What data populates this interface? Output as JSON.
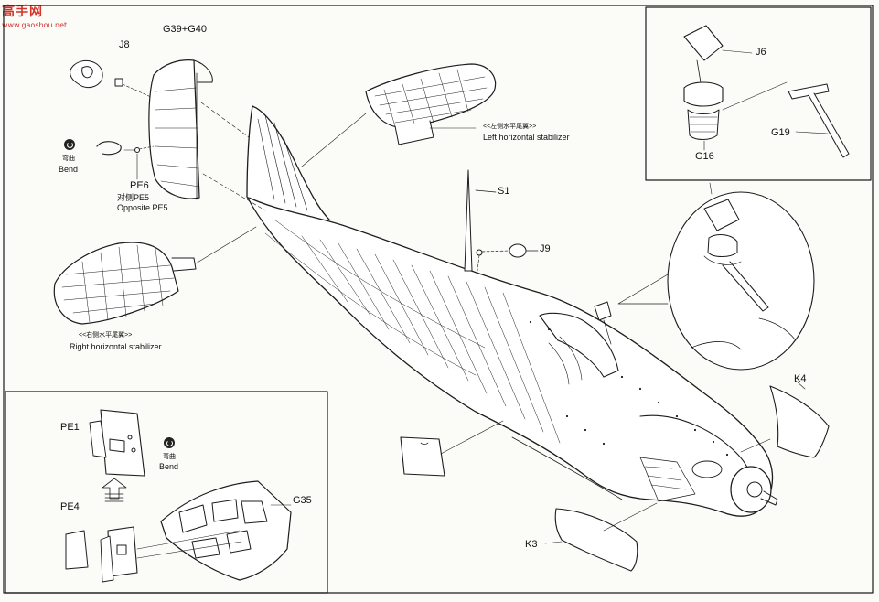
{
  "watermark": {
    "chinese": "高手网",
    "url": "www.gaoshou.net"
  },
  "labels": {
    "j8_top": "J8",
    "g39_g40": "G39+G40",
    "j6": "J6",
    "g16": "G16",
    "g19": "G19",
    "left_stab_cn": "<<左侧水平尾翼>>",
    "left_stab_en": "Left horizontal stabilizer",
    "bend_cn_1": "弯曲",
    "bend_en_1": "Bend",
    "pe6": "PE6",
    "opposite_cn": "对侧PE5",
    "opposite_en": "Opposite PE5",
    "s1": "S1",
    "j9": "J9",
    "right_stab_cn": "<<右侧水平尾翼>>",
    "right_stab_en": "Right horizontal stabilizer",
    "pe1": "PE1",
    "bend_cn_2": "弯曲",
    "bend_en_2": "Bend",
    "pe4": "PE4",
    "g35": "G35",
    "k4": "K4",
    "k3": "K3"
  },
  "icons": [
    "bend-icon",
    "arrow-down-icon"
  ]
}
